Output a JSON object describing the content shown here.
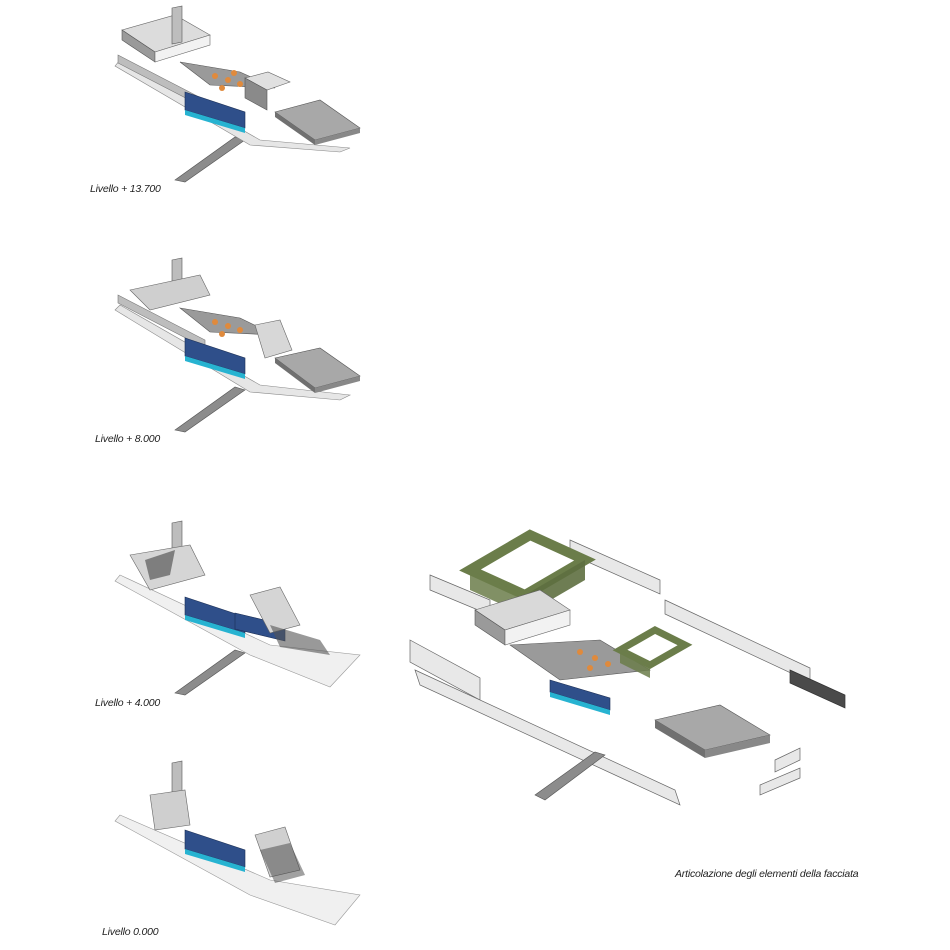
{
  "captions": {
    "level_13700": "Livello + 13.700",
    "level_8000": "Livello + 8.000",
    "level_4000": "Livello + 4.000",
    "level_0": "Livello 0.000",
    "facade": "Articolazione degli elementi della facciata"
  },
  "colors": {
    "concrete_light": "#d9d9d9",
    "concrete_mid": "#a9a9a9",
    "concrete_dark": "#6f6f6f",
    "wall_white": "#f2f2f2",
    "pool_blue": "#2f4f8a",
    "pool_cyan": "#27b3d1",
    "skylight_orange": "#e08a3c",
    "screen_green": "#6b7d4a"
  }
}
